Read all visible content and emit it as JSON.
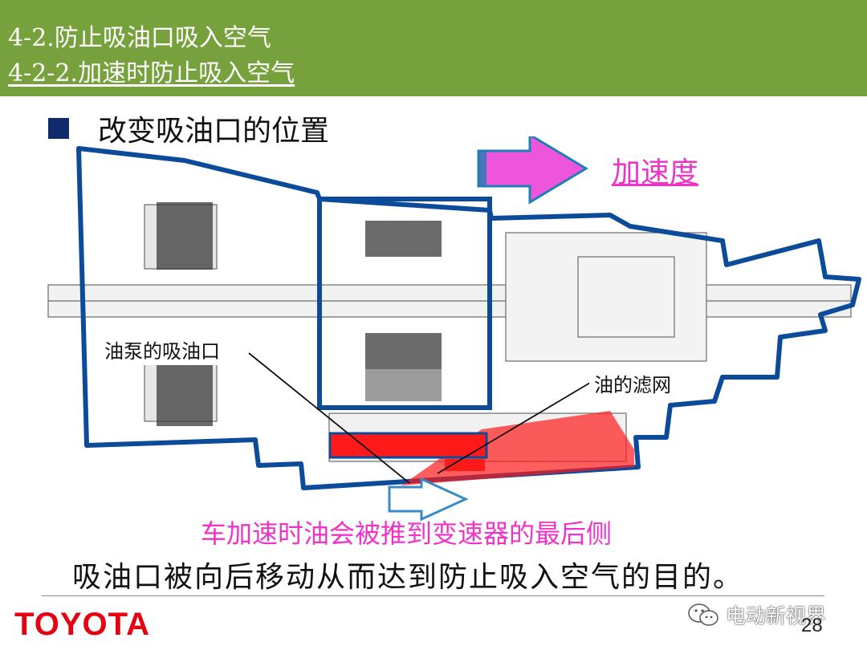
{
  "header": {
    "line1": "4-2.防止吸油口吸入空气",
    "line2": "4-2-2.加速时防止吸入空气",
    "background": "#77a13c"
  },
  "bullet": {
    "text": "改变吸油口的位置",
    "marker_color": "#0f2b6c"
  },
  "diagram": {
    "acceleration_label": "加速度",
    "pump_intake_label": "油泵的吸油口",
    "filter_label": "油的滤网",
    "outline_color": "#0c4a9a",
    "highlight_color": "#ff1a1a",
    "accent_color": "#ef33c8"
  },
  "caption": "车加速时油会被推到变速器的最后侧",
  "conclusion": "吸油口被向后移动从而达到防止吸入空气的目的。",
  "footer": {
    "logo": "TOYOTA",
    "watermark": "电动新视界",
    "page_number": "28"
  }
}
